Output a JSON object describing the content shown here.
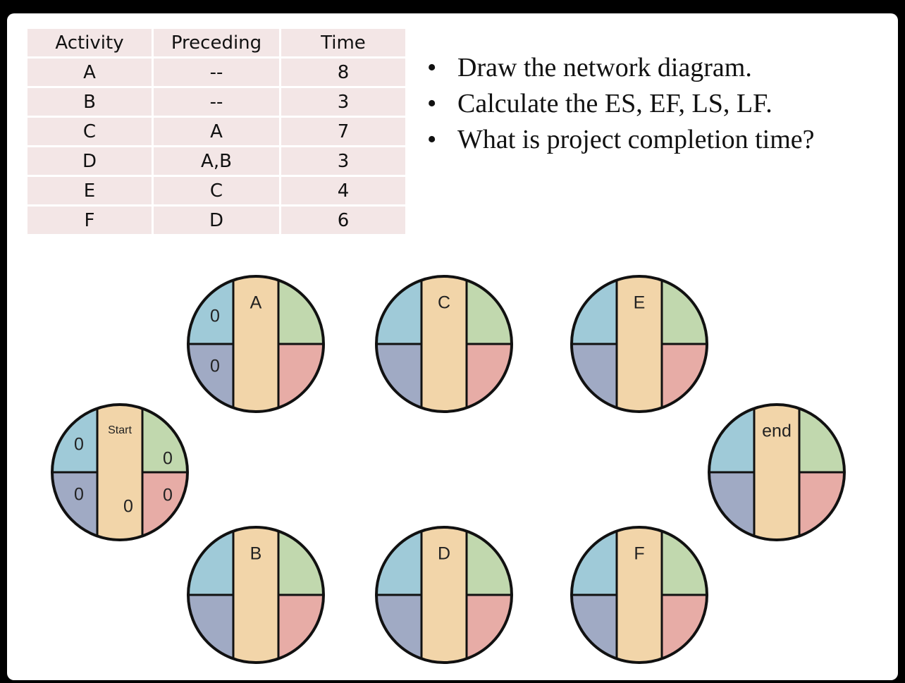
{
  "table": {
    "headers": [
      "Activity",
      "Preceding",
      "Time"
    ],
    "rows": [
      [
        "A",
        "--",
        "8"
      ],
      [
        "B",
        "--",
        "3"
      ],
      [
        "C",
        "A",
        "7"
      ],
      [
        "D",
        "A,B",
        "3"
      ],
      [
        "E",
        "C",
        "4"
      ],
      [
        "F",
        "D",
        "6"
      ]
    ]
  },
  "instructions": [
    "Draw the network diagram.",
    "Calculate the ES, EF, LS, LF.",
    "What is project completion time?"
  ],
  "colors": {
    "early_start": "#9fcad8",
    "late_start": "#a0aac4",
    "early_finish": "#c1d8ae",
    "late_finish": "#e7aca6",
    "duration": "#f2d5a9",
    "table_fill": "#f3e6e6"
  },
  "nodes": [
    {
      "id": "start",
      "label": "Start",
      "es": "0",
      "ls": "0",
      "ef": "0",
      "lf": "0",
      "duration": "0"
    },
    {
      "id": "A",
      "label": "A",
      "es": "0",
      "ls": "0",
      "ef": "",
      "lf": "",
      "duration": ""
    },
    {
      "id": "B",
      "label": "B",
      "es": "",
      "ls": "",
      "ef": "",
      "lf": "",
      "duration": ""
    },
    {
      "id": "C",
      "label": "C",
      "es": "",
      "ls": "",
      "ef": "",
      "lf": "",
      "duration": ""
    },
    {
      "id": "D",
      "label": "D",
      "es": "",
      "ls": "",
      "ef": "",
      "lf": "",
      "duration": ""
    },
    {
      "id": "E",
      "label": "E",
      "es": "",
      "ls": "",
      "ef": "",
      "lf": "",
      "duration": ""
    },
    {
      "id": "F",
      "label": "F",
      "es": "",
      "ls": "",
      "ef": "",
      "lf": "",
      "duration": ""
    },
    {
      "id": "end",
      "label": "end",
      "es": "",
      "ls": "",
      "ef": "",
      "lf": "",
      "duration": ""
    }
  ]
}
